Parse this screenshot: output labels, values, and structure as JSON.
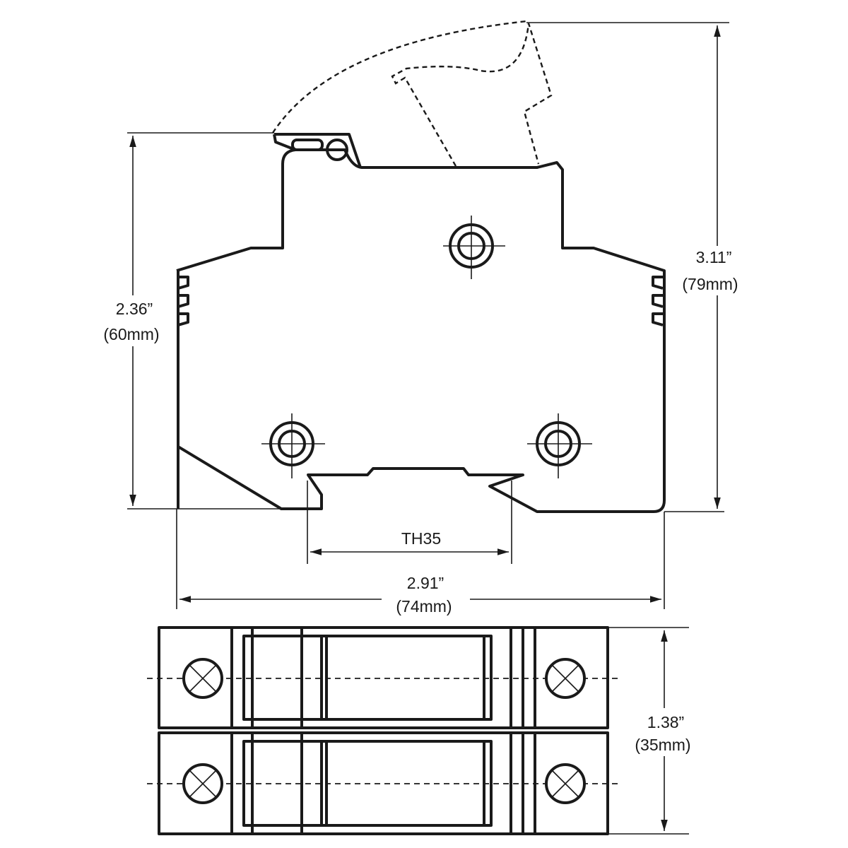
{
  "dimensions": {
    "height_total": {
      "inch": "3.11”",
      "mm": "(79mm)"
    },
    "height_body": {
      "inch": "2.36”",
      "mm": "(60mm)"
    },
    "width": {
      "inch": "2.91”",
      "mm": "(74mm)"
    },
    "depth": {
      "inch": "1.38”",
      "mm": "(35mm)"
    },
    "rail": "TH35"
  },
  "colors": {
    "line": "#1a1a1a",
    "background": "#ffffff"
  }
}
